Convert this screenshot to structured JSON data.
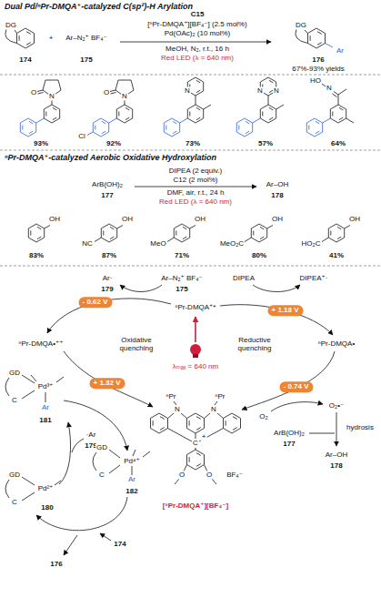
{
  "diagram": {
    "nodes": [
      {
        "text": [
          "- 0.62 V"
        ]
      },
      {
        "text": [
          "+ 1.18 V"
        ]
      },
      {
        "text": [
          "+ 1.32 V"
        ]
      },
      {
        "text": [
          "- 0.74 V"
        ]
      }
    ],
    "labels": [
      "Dual Pd/ⁿPr-DMQA⁺-catalyzed C(sp²)-H Arylation",
      "DG",
      "174",
      "+",
      "Ar–N₂⁺ BF₄⁻",
      "175",
      "C15",
      "[ⁿPr-DMQA⁺][BF₄⁻] (2.5 mol%)",
      "Pd(OAc)₂ (10 mol%)",
      "MeOH, N₂, r.t., 16 h",
      "Red LED (λ = 640 nm)",
      "DG",
      "Ar",
      "176",
      "67%-93% yields",
      "O",
      "N",
      "93%",
      "O",
      "N",
      "Cl",
      "92%",
      "N",
      "73%",
      "N",
      "N",
      "57%",
      "HO",
      "N",
      "64%",
      "ⁿPr-DMQA⁺-catalyzed Aerobic Oxidative Hydroxylation",
      "DIPEA (2 equiv.)",
      "C12 (2 mol%)",
      "ArB(OH)₂",
      "177",
      "DMF, air, r.t., 24 h",
      "Red LED (λ = 640 nm)",
      "Ar–OH",
      "178",
      "OH",
      "83%",
      "OH",
      "NC",
      "87%",
      "OH",
      "MeO",
      "71%",
      "OH",
      "MeO₂C",
      "80%",
      "OH",
      "HO₂C",
      "41%",
      "Ar·",
      "179",
      "Ar–N₂⁺ BF₄⁻",
      "175",
      "DIPEA",
      "DIPEA⁺·",
      "ⁿPr-DMQA⁺*",
      "ⁿPr-DMQA•⁺⁺",
      "Oxidative quenching",
      "Reductive quenching",
      "ⁿPr-DMQA•",
      "λₘₐₓ = 640 nm",
      "GD",
      "C",
      "Pd³⁺",
      "Ar",
      "181",
      "·Ar",
      "179",
      "GD",
      "C",
      "Pd⁴⁺",
      "Ar",
      "182",
      "GD",
      "C",
      "Pd²⁺",
      "180",
      "174",
      "176",
      "ⁿPr",
      "N",
      "ⁿPr",
      "N",
      "C",
      "+",
      "O",
      "O",
      "BF₄⁻",
      "[ⁿPr-DMQA⁺][BF₄⁻]",
      "O₂•⁻",
      "O₂",
      "ArB(OH)₂",
      "177",
      "hydrosis",
      "Ar–OH",
      "178"
    ]
  }
}
